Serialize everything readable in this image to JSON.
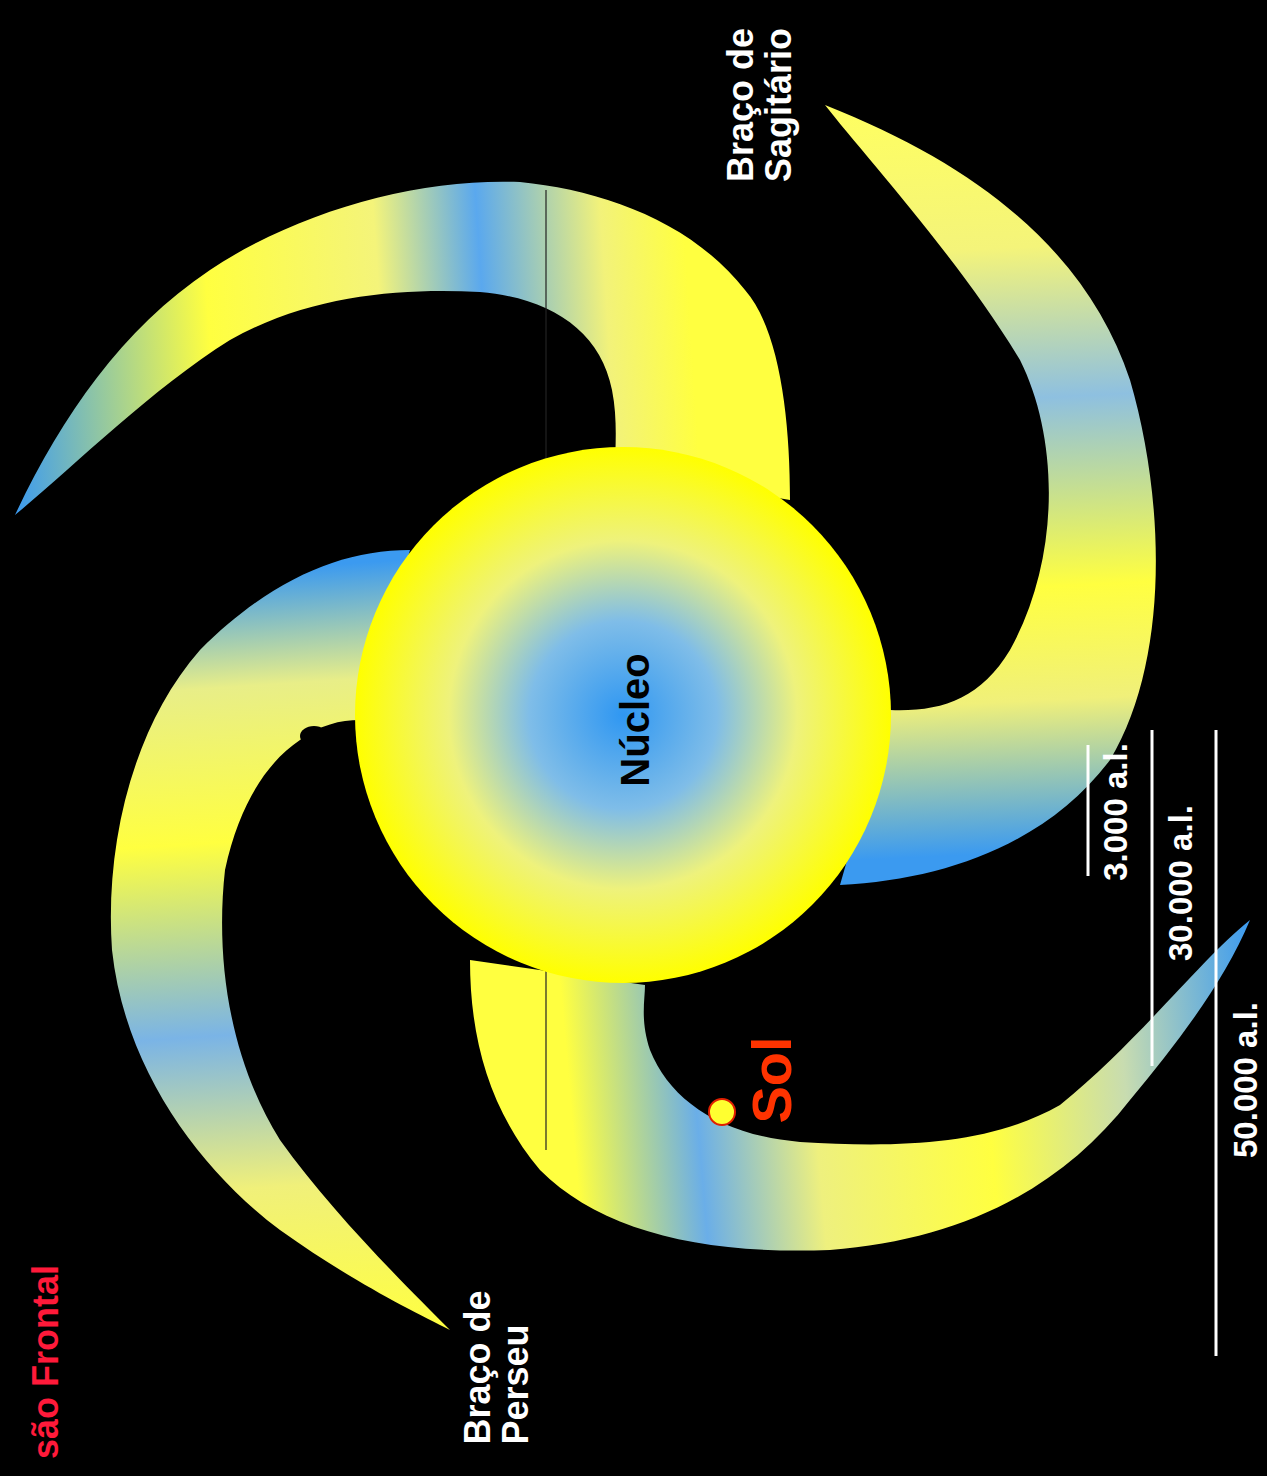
{
  "diagram": {
    "title": "são Frontal",
    "nodes": [
      {
        "text": [
          "Núcleo"
        ]
      },
      {
        "text": [
          "Sol"
        ]
      }
    ],
    "labels": [
      "Braço de Sagitário",
      "Braço de Perseu",
      "3.000 a.l.",
      "30.000 a.l.",
      "50.000 a.l."
    ]
  }
}
